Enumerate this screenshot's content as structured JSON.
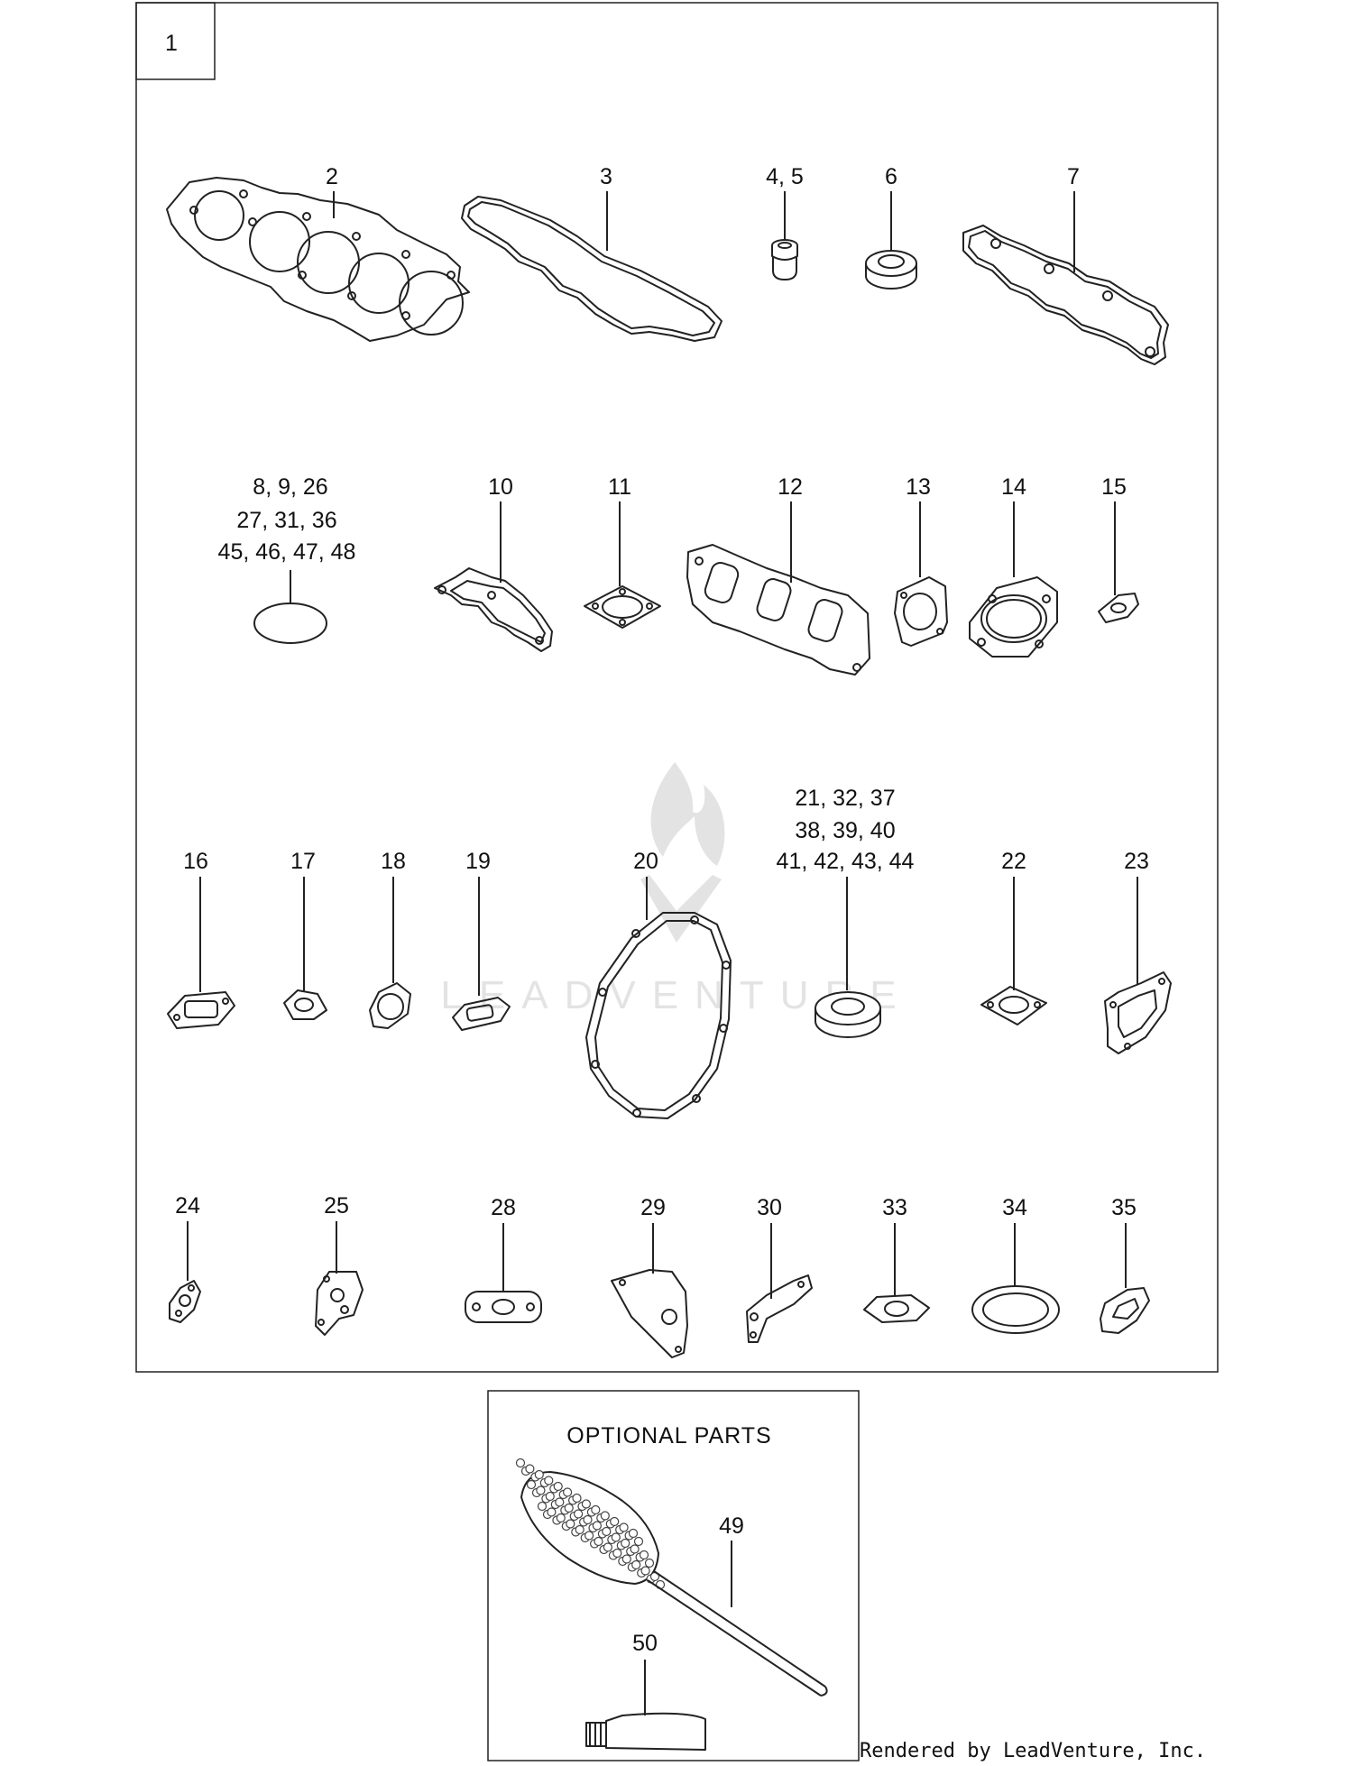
{
  "diagram": {
    "box_number": "1",
    "labels": {
      "p2": "2",
      "p3": "3",
      "p45": "4, 5",
      "p6": "6",
      "p7": "7",
      "p8_line1": "8,   9,  26",
      "p8_line2": "27,  31, 36",
      "p8_line3": "45, 46, 47,  48",
      "p10": "10",
      "p11": "11",
      "p12": "12",
      "p13": "13",
      "p14": "14",
      "p15": "15",
      "p16": "16",
      "p17": "17",
      "p18": "18",
      "p19": "19",
      "p20": "20",
      "p21_line1": "21, 32, 37",
      "p21_line2": "38, 39, 40",
      "p21_line3": "41, 42, 43, 44",
      "p22": "22",
      "p23": "23",
      "p24": "24",
      "p25": "25",
      "p28": "28",
      "p29": "29",
      "p30": "30",
      "p33": "33",
      "p34": "34",
      "p35": "35",
      "p49": "49",
      "p50": "50"
    },
    "optional_title": "OPTIONAL  PARTS",
    "watermark": "LEADVENTURE",
    "credit": "Rendered by LeadVenture, Inc."
  }
}
